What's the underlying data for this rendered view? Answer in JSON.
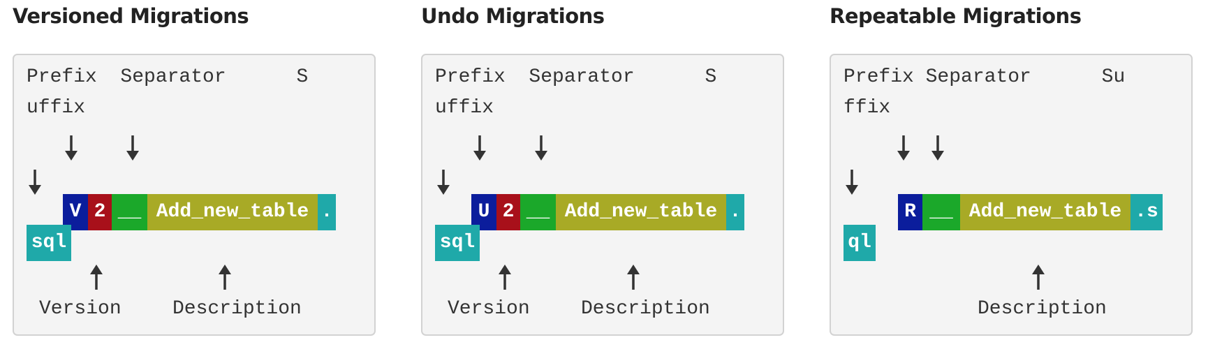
{
  "panels": [
    {
      "title": "Versioned Migrations",
      "labels_line1": "Prefix  Separator      S",
      "labels_line2": "uffix",
      "prefix": "V",
      "version": "2",
      "separator": "__",
      "description": "Add_new_table",
      "suffix_a": ".",
      "suffix_b": "sql",
      "bottom_version": "Version",
      "bottom_description": "Description"
    },
    {
      "title": "Undo Migrations",
      "labels_line1": "Prefix  Separator      S",
      "labels_line2": "uffix",
      "prefix": "U",
      "version": "2",
      "separator": "__",
      "description": "Add_new_table",
      "suffix_a": ".",
      "suffix_b": "sql",
      "bottom_version": "Version",
      "bottom_description": "Description"
    },
    {
      "title": "Repeatable Migrations",
      "labels_line1": "Prefix Separator      Su",
      "labels_line2": "ffix",
      "prefix": "R",
      "separator": "__",
      "description": "Add_new_table",
      "suffix_a": ".s",
      "suffix_b": "ql",
      "bottom_description": "Description"
    }
  ],
  "colors": {
    "prefix": "#0b1d9c",
    "version": "#a8101a",
    "separator": "#1ba82a",
    "description": "#a8aa26",
    "suffix": "#1fa9a9",
    "card_bg": "#f4f4f4",
    "card_border": "#d2d2d2",
    "arrow": "#333333"
  },
  "icons": [
    "arrow-down-icon",
    "arrow-up-icon"
  ]
}
